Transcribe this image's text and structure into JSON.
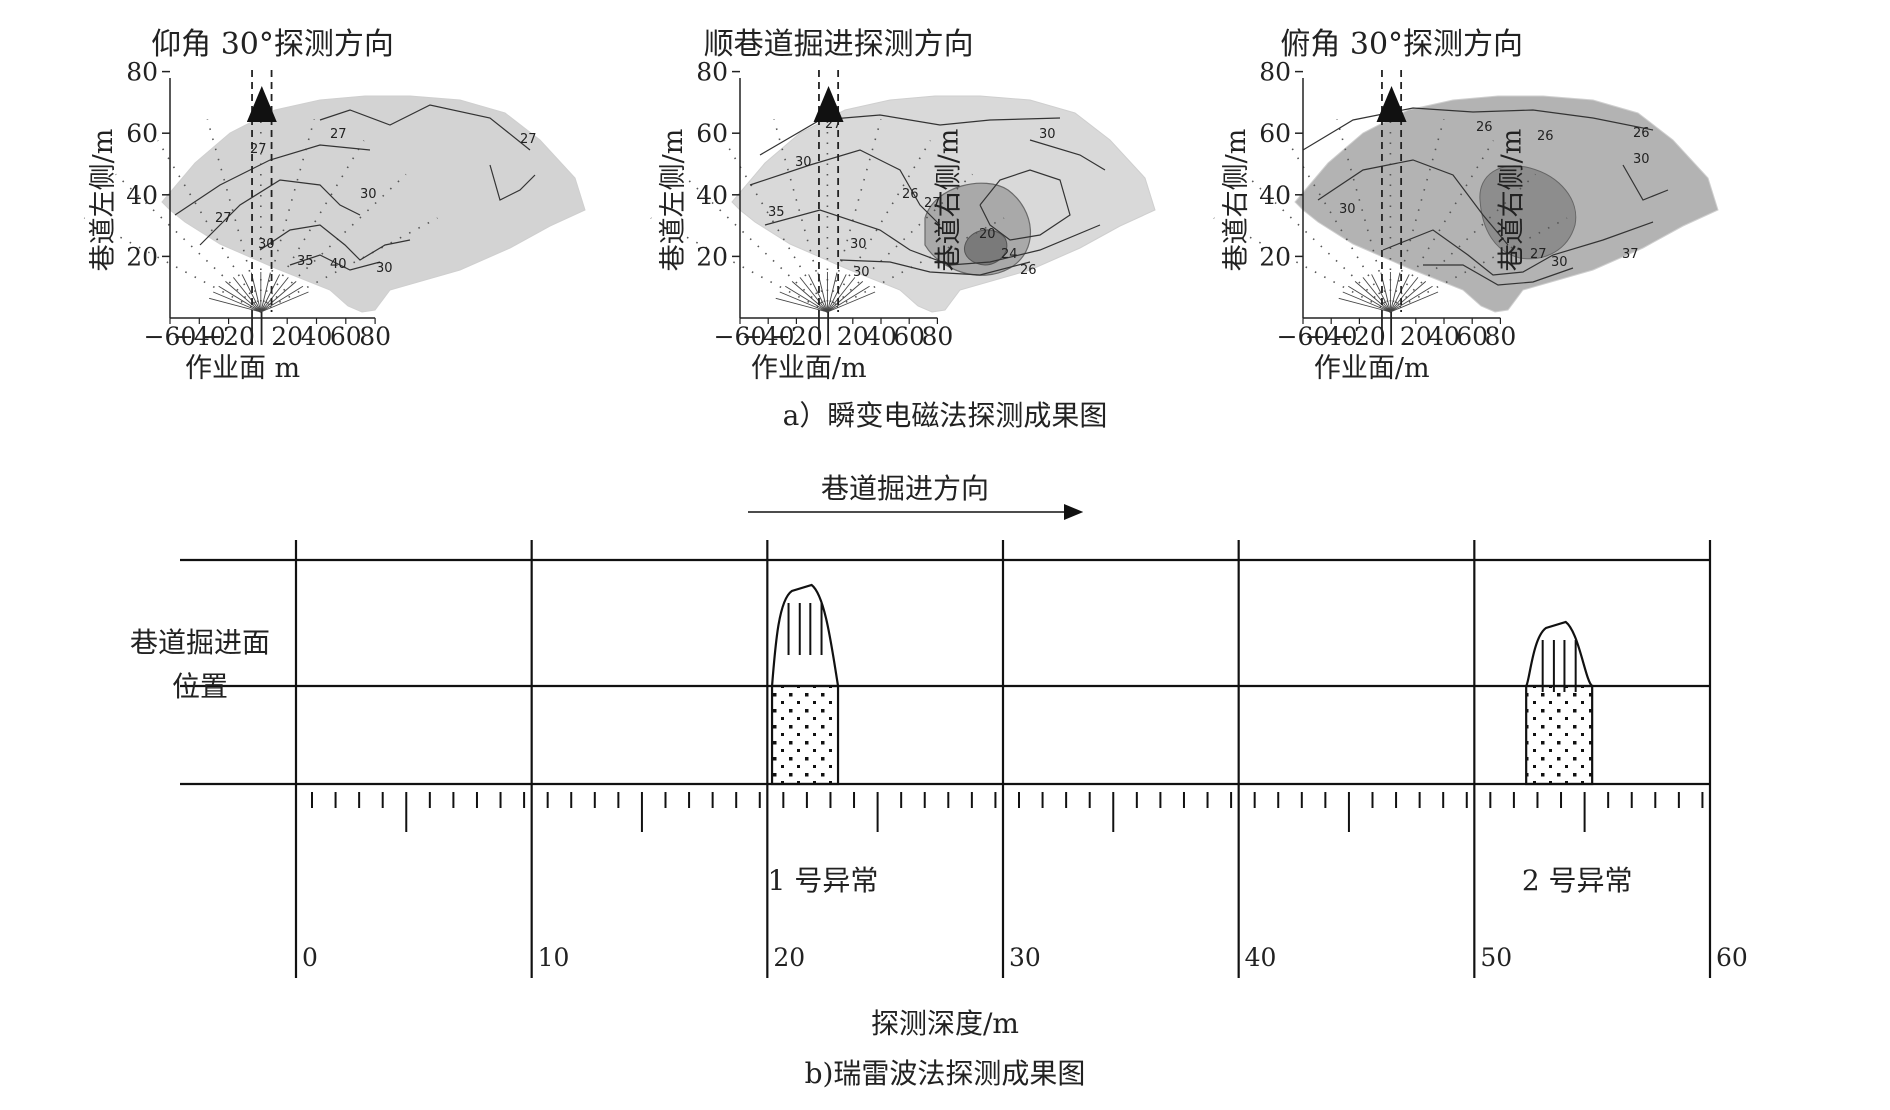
{
  "section_a": {
    "caption": "a）瞬变电磁法探测成果图",
    "panels": [
      {
        "title": "仰角 30°探测方向",
        "y_label": "巷道左侧/m",
        "x_label": "作业面 m",
        "x_ticks": [
          "−60",
          "−40",
          "−20",
          "20",
          "40",
          "60",
          "80"
        ],
        "y_ticks": [
          "80",
          "60",
          "40",
          "20"
        ],
        "contour_labels": [
          "27",
          "27",
          "27",
          "27",
          "30",
          "30",
          "35",
          "40",
          "30"
        ],
        "shade": "#d3d3d3"
      },
      {
        "title": "顺巷道掘进探测方向",
        "y_label": "巷道左侧/m",
        "y_label_right": "巷道右侧/m",
        "x_label": "作业面/m",
        "x_ticks": [
          "−60",
          "−40",
          "−20",
          "20",
          "40",
          "60",
          "80"
        ],
        "y_ticks": [
          "80",
          "60",
          "40",
          "20"
        ],
        "contour_labels": [
          "27",
          "30",
          "30",
          "35",
          "26",
          "27",
          "30",
          "30",
          "20",
          "24",
          "26"
        ],
        "shade": "#d9d9d9"
      },
      {
        "title": "俯角 30°探测方向",
        "y_label": "巷道右侧/m",
        "y_label_right": "巷道右侧/m",
        "x_label": "作业面/m",
        "x_ticks": [
          "−60",
          "−40",
          "−20",
          "20",
          "40",
          "60",
          "80"
        ],
        "y_ticks": [
          "80",
          "60",
          "40",
          "20"
        ],
        "contour_labels": [
          "26",
          "26",
          "26",
          "30",
          "30",
          "27",
          "30",
          "37"
        ],
        "shade": "#b3b3b3"
      }
    ]
  },
  "section_b": {
    "caption": "b)瑞雷波法探测成果图",
    "direction_label": "巷道掘进方向",
    "y_label_line1": "巷道掘进面",
    "y_label_line2": "位置",
    "x_label": "探测深度/m",
    "x_ticks": [
      "0",
      "10",
      "20",
      "30",
      "40",
      "50",
      "60"
    ],
    "anomalies": [
      {
        "label": "1 号异常",
        "from": 20.2,
        "to": 23.0
      },
      {
        "label": "2 号异常",
        "from": 52.2,
        "to": 55.0
      }
    ]
  }
}
